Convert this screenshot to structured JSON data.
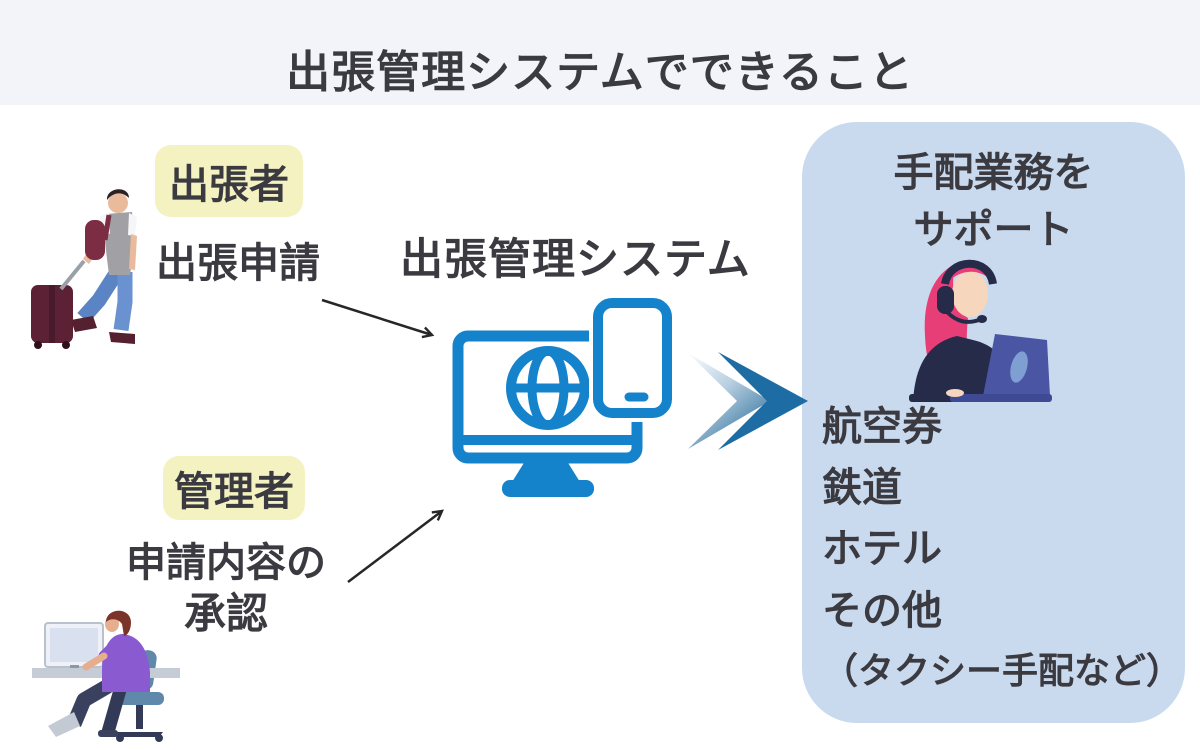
{
  "header": {
    "title": "出張管理システムでできること"
  },
  "roles": {
    "traveler": {
      "badge": "出張者",
      "action": "出張申請"
    },
    "manager": {
      "badge": "管理者",
      "action_line1": "申請内容の",
      "action_line2": "承認"
    }
  },
  "system": {
    "title": "出張管理システム",
    "icon": "monitor-globe-smartphone-icon"
  },
  "support_panel": {
    "heading_line1": "手配業務を",
    "heading_line2": "サポート",
    "items": [
      "航空券",
      "鉄道",
      "ホテル",
      "その他",
      "（タクシー手配など）"
    ]
  },
  "colors": {
    "header_bg": "#f3f4f9",
    "badge_yellow": "#f5f2c2",
    "text_dark": "#3a3a40",
    "device_icon_blue": "#1583cb",
    "chevron_solid_blue": "#1e6ca4",
    "panel_light_blue": "#c9daee",
    "arrow_black": "#27272a"
  }
}
